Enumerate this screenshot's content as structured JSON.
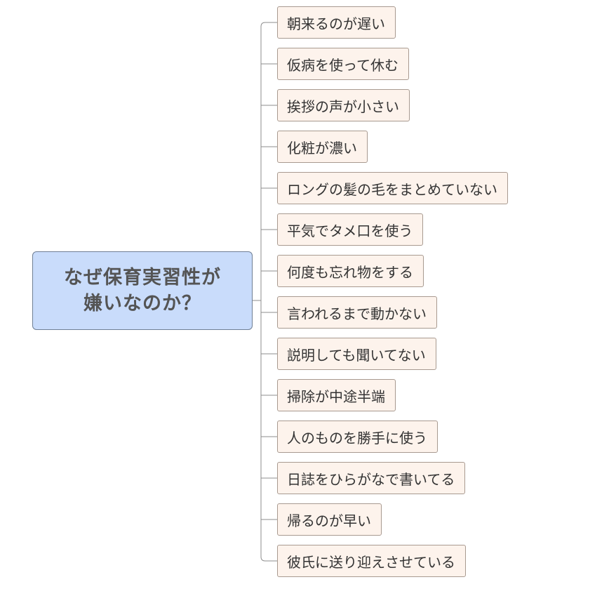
{
  "mindmap": {
    "central_topic": "なぜ保育実習性が\n嫌いなのか？",
    "branches": [
      {
        "label": "朝来るのが遅い"
      },
      {
        "label": "仮病を使って休む"
      },
      {
        "label": "挨拶の声が小さい"
      },
      {
        "label": "化粧が濃い"
      },
      {
        "label": "ロングの髪の毛をまとめていない"
      },
      {
        "label": "平気でタメ口を使う"
      },
      {
        "label": "何度も忘れ物をする"
      },
      {
        "label": "言われるまで動かない"
      },
      {
        "label": "説明しても聞いてない"
      },
      {
        "label": "掃除が中途半端"
      },
      {
        "label": "人のものを勝手に使う"
      },
      {
        "label": "日誌をひらがなで書いてる"
      },
      {
        "label": "帰るのが早い"
      },
      {
        "label": "彼氏に送り迎えさせている"
      }
    ],
    "colors": {
      "central_fill": "#c9dcfb",
      "central_border": "#6f7f95",
      "branch_fill": "#fdf3ec",
      "branch_border": "#a89a90",
      "connector": "#8c8c8c"
    }
  }
}
